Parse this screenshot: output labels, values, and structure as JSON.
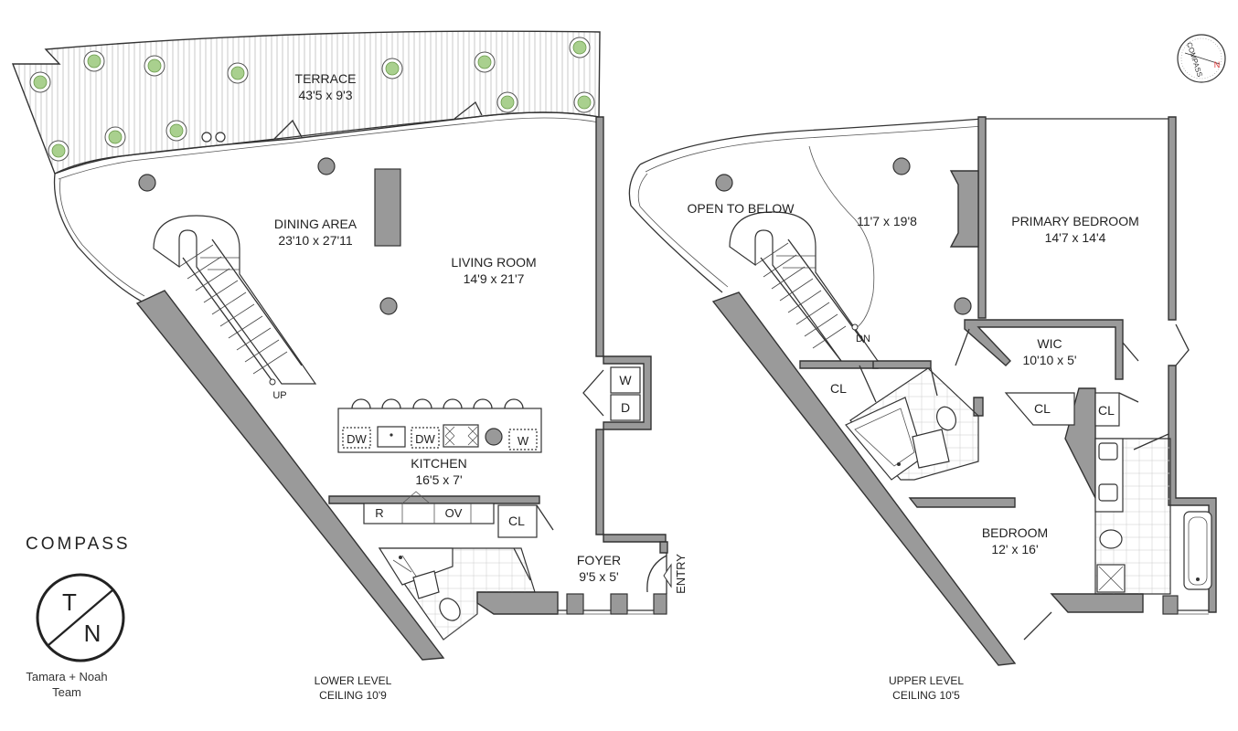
{
  "lower": {
    "terrace": {
      "name": "TERRACE",
      "dim": "43'5 x 9'3"
    },
    "dining": {
      "name": "DINING AREA",
      "dim": "23'10 x 27'11"
    },
    "living": {
      "name": "LIVING ROOM",
      "dim": "14'9 x 21'7"
    },
    "kitchen": {
      "name": "KITCHEN",
      "dim": "16'5 x 7'"
    },
    "foyer": {
      "name": "FOYER",
      "dim": "9'5 x 5'"
    },
    "entry": "ENTRY",
    "up": "UP",
    "cl": "CL",
    "appl": {
      "w": "W",
      "d": "D",
      "dw1": "DW",
      "dw2": "DW",
      "w2": "W",
      "r": "R",
      "ov": "OV"
    },
    "level": "LOWER LEVEL",
    "ceiling": "CEILING 10'9"
  },
  "upper": {
    "open": "OPEN TO BELOW",
    "loft_dim": "11'7 x 19'8",
    "primary": {
      "name": "PRIMARY BEDROOM",
      "dim": "14'7 x 14'4"
    },
    "wic": {
      "name": "WIC",
      "dim": "10'10 x 5'"
    },
    "bedroom": {
      "name": "BEDROOM",
      "dim": "12' x 16'"
    },
    "dn": "DN",
    "cl1": "CL",
    "cl2": "CL",
    "cl3": "CL",
    "level": "UPPER LEVEL",
    "ceiling": "CEILING 10'5"
  },
  "brand": {
    "name": "COMPASS",
    "logo_t": "T",
    "logo_n": "N",
    "team_line1": "Tamara + Noah",
    "team_line2": "Team"
  },
  "compass": {
    "label": "COMPASS",
    "north": "N"
  }
}
